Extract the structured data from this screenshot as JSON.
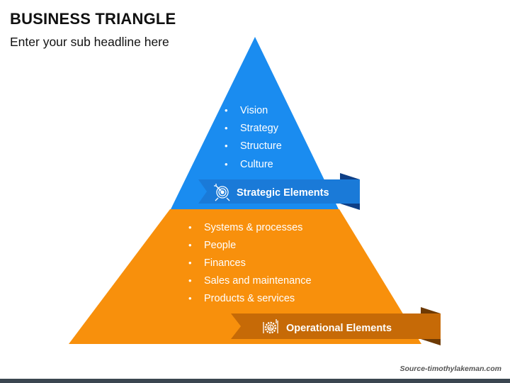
{
  "header": {
    "title": "BUSINESS TRIANGLE",
    "subtitle": "Enter your sub headline here"
  },
  "pyramid": {
    "top": {
      "color": "#1a8cf0",
      "items": [
        "Vision",
        "Strategy",
        "Structure",
        "Culture"
      ],
      "banner": {
        "label": "Strategic Elements",
        "icon": "target-icon",
        "color": "#1a7ad8",
        "fold_color": "#0f3f86"
      }
    },
    "bottom": {
      "color": "#f8900c",
      "items": [
        "Systems & processes",
        "People",
        "Finances",
        "Sales and maintenance",
        "Products & services"
      ],
      "banner": {
        "label": "Operational Elements",
        "icon": "gear-chart-icon",
        "color": "#c66a07",
        "fold_color": "#6e3a04"
      }
    },
    "bullet": "•"
  },
  "footer": {
    "source": "Source-timothylakeman.com"
  }
}
